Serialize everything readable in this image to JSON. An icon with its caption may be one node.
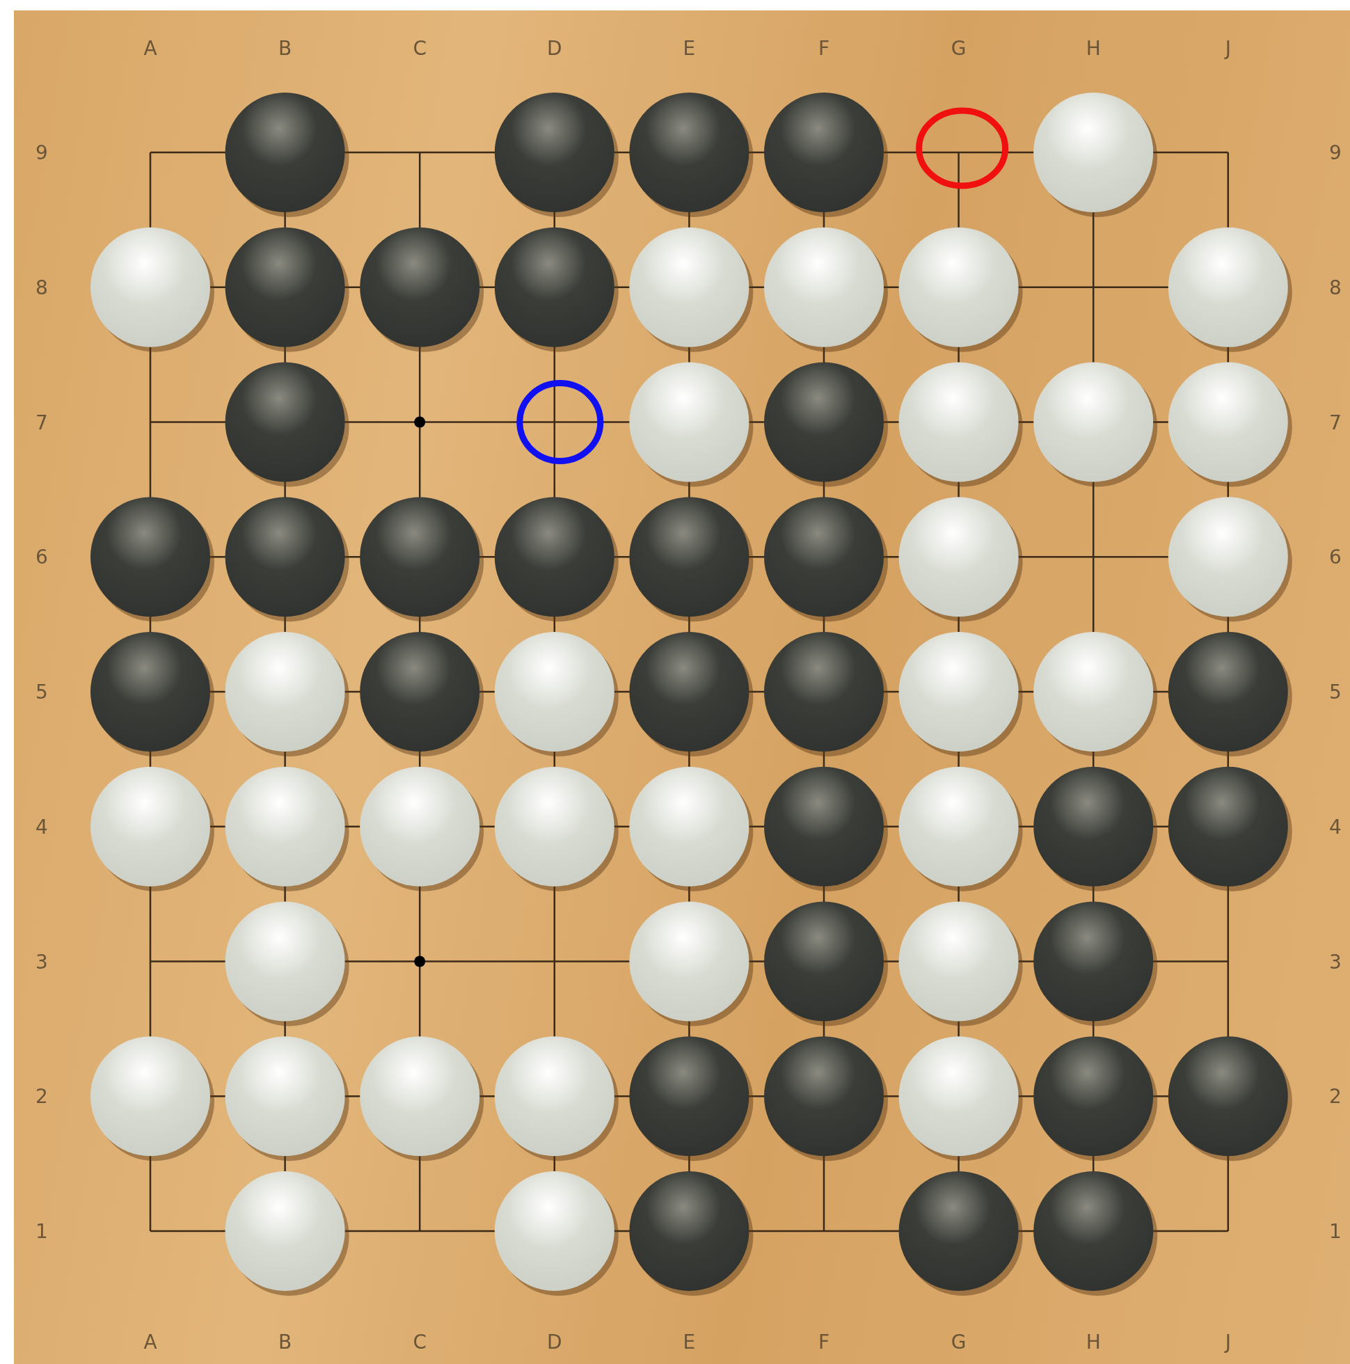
{
  "diagram": {
    "nodes": [
      {
        "text": [],
        "shape": "circle"
      },
      {
        "text": [],
        "shape": "circle"
      }
    ],
    "labels": [
      "A",
      "B",
      "C",
      "D",
      "E",
      "F",
      "G",
      "H",
      "J",
      "9",
      "9",
      "8",
      "8",
      "7",
      "7",
      "6",
      "6",
      "5",
      "5",
      "4",
      "4",
      "3",
      "3",
      "2",
      "2",
      "1",
      "1",
      "A",
      "B",
      "C",
      "D",
      "E",
      "F",
      "G",
      "H",
      "J"
    ]
  }
}
